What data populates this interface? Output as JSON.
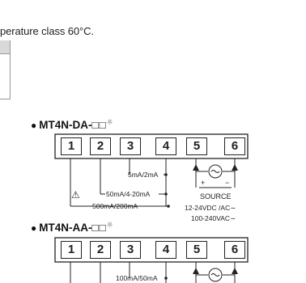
{
  "top_text": "perature class 60°C.",
  "block1": {
    "model_name": "MT4N-DA-",
    "model_squares": "□□",
    "model_mark": "※",
    "terminals": [
      "1",
      "2",
      "3",
      "4",
      "5",
      "6"
    ],
    "range_5mA": "5mA/2mA",
    "range_50mA": "50mA/4-20mA",
    "range_500mA": "500mA/200mA",
    "warning_symbol": "⚠",
    "plus_sign": "+",
    "minus_sign": "−",
    "source_title": "SOURCE",
    "source_dc": "12-24VDC   /AC∼",
    "source_ac": "100-240VAC∼"
  },
  "block2": {
    "model_name": "MT4N-AA-",
    "model_squares": "□□",
    "model_mark": "※",
    "terminals": [
      "1",
      "2",
      "3",
      "4",
      "5",
      "6"
    ],
    "range_100mA": "100mA/50mA"
  }
}
